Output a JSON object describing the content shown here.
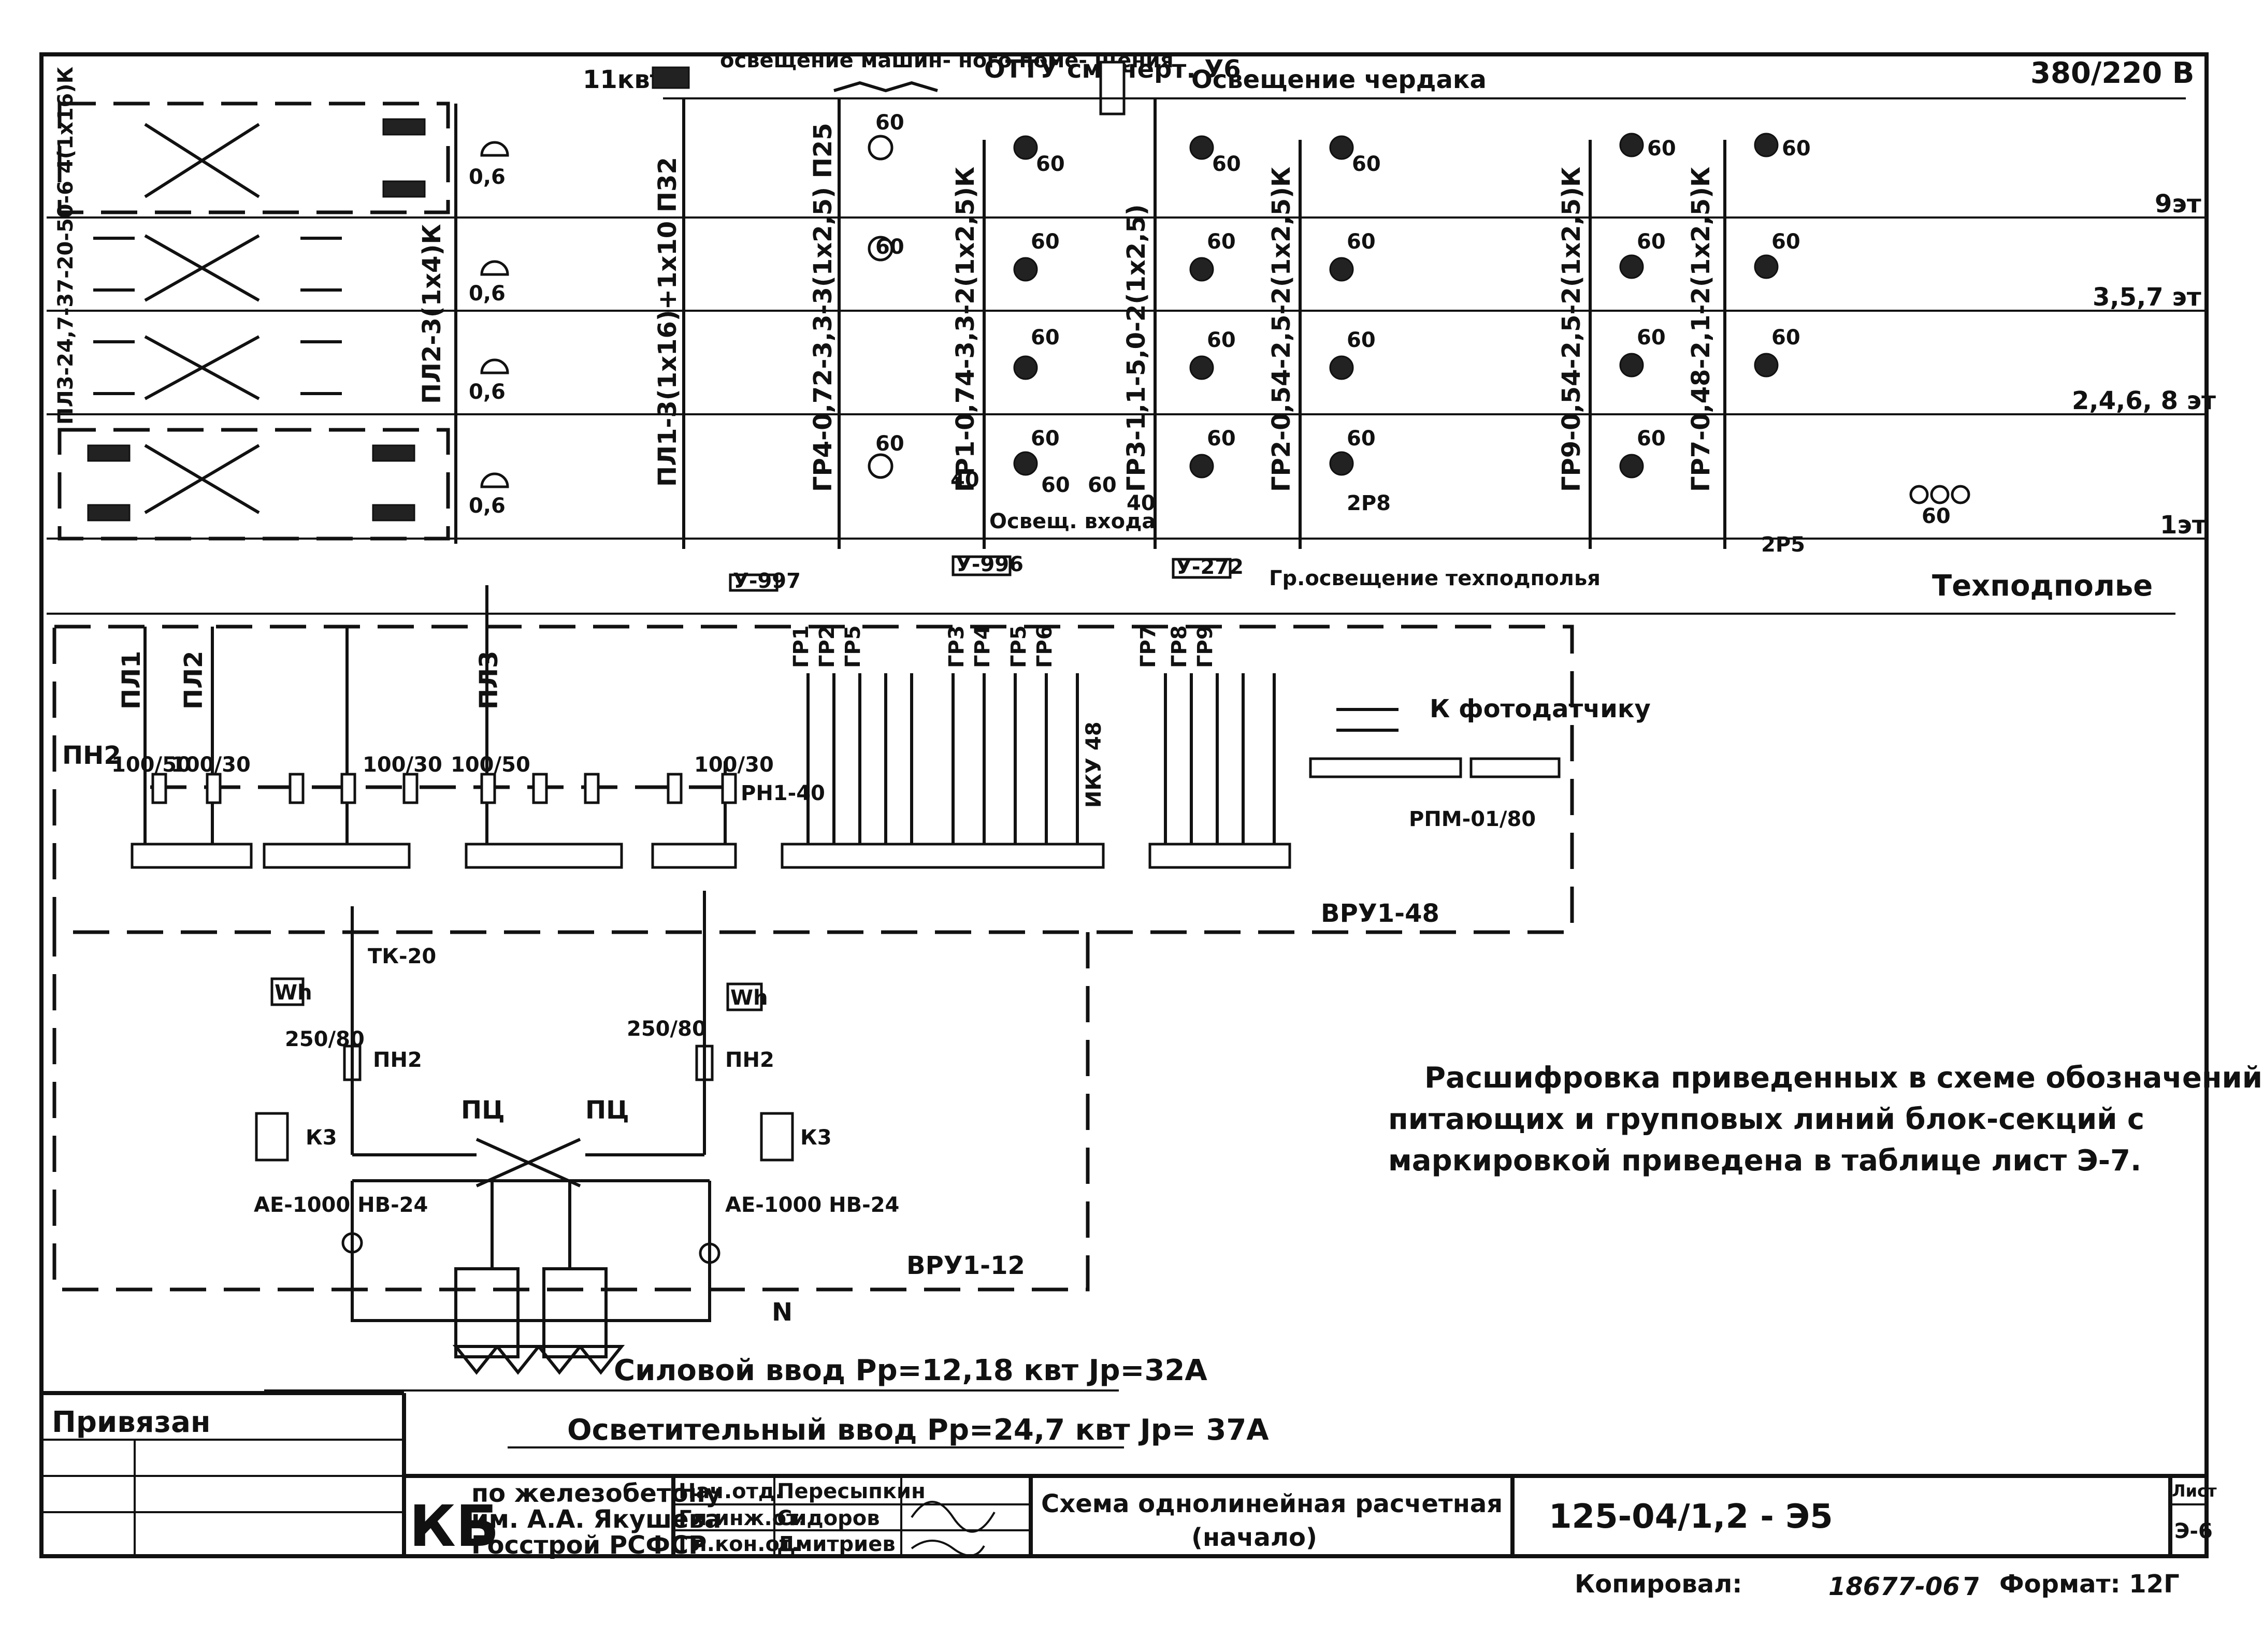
{
  "header": {
    "voltage": "380/220 В",
    "power_top": "11квт",
    "machine_room_light": "освещение машин- ного поме- щения",
    "ottu": "ОТТУ см. черт. У6",
    "attic_light": "Освещение чердака"
  },
  "floors": {
    "f9": "9эт",
    "f357": "3,5,7 эт",
    "f2468": "2,4,6, 8 эт",
    "f1": "1эт",
    "subfloor": "Техподполье",
    "subfloor_light": "Гр.освещение техподполья"
  },
  "lamp_labels": {
    "w60": "60",
    "w40": "40",
    "w06": "0,6"
  },
  "risers": {
    "pl1_text": "ПЛ1-3(1x16)+1x10 П32",
    "pl2_text": "ПЛ2-3(1x4)К",
    "pl3_text": "ПЛ3-24,7-37-20-50-6 4(1x16)К",
    "gr4": "ГР4-0,72-3,3-3(1x2,5) П25",
    "gr1": "ГР1-0,74-3,3-2(1x2,5)К",
    "gr3": "ГР3-1,1-5,0-2(1x2,5)",
    "gr2": "ГР2-0,54-2,5-2(1x2,5)К",
    "gr9": "ГР9-0,54-2,5-2(1x2,5)К",
    "gr7": "ГР7-0,48-2,1-2(1x2,5)К",
    "gr_small_1": "40",
    "osv_vhoda": "Освещ. входа",
    "gr8": "2Р8",
    "gr5": "2Р5"
  },
  "boxes": {
    "y997": "У-997",
    "y996": "У-996",
    "y272": "У-272"
  },
  "panel": {
    "pn2": "ПН2",
    "pl1": "ПЛ1",
    "pl2": "ПЛ2",
    "pl3": "ПЛ3",
    "f100_50": "100/50",
    "f100_30": "100/30",
    "rn140": "РН1-40",
    "iku48": "ИКУ 48",
    "to_photosensor": "К фотодатчику",
    "rpm": "РПМ-01/80",
    "vru48": "ВРУ1-48",
    "gr_labels": [
      "ГР1",
      "ГР2",
      "ГР5",
      "ГР3",
      "ГР4",
      "ГР5",
      "ГР6",
      "ГР7",
      "ГР8",
      "ГР9"
    ]
  },
  "input_panel": {
    "tk20": "ТК-20",
    "wh": "Wh",
    "f250_80": "250/80",
    "pn2": "ПН2",
    "pc": "ПЦ",
    "k3": "К3",
    "ae_left": "АЕ-1000 НВ-24",
    "ae_right": "АЕ-1000 НВ-24",
    "vru12": "ВРУ1-12",
    "n": "N"
  },
  "inputs": {
    "power_input": "Силовой ввод Рр=12,18 квт Jр=32А",
    "light_input": "Осветительный ввод Рр=24,7 квт Jр= 37А"
  },
  "note": {
    "line1": "Расшифровка приведенных в схеме обозначений",
    "line2": "питающих и групповых линий блок-секций с",
    "line3": "маркировкой приведена в таблице лист Э-7."
  },
  "title_block": {
    "privyazan": "Привязан",
    "kb": "КБ",
    "org_line1": "по железобетону",
    "org_line2": "им. А.А. Якушева",
    "org_line3": "Госстрой РСФСР",
    "roles": [
      "Нач.отд.",
      "Гл.инж.от.",
      "Гл.кон.от."
    ],
    "names": [
      "Пересыпкин",
      "Сидоров",
      "Дмитриев"
    ],
    "title_line1": "Схема однолинейная расчетная",
    "title_line2": "(начало)",
    "doc_code": "125-04/1,2 - Э5",
    "sheet_label": "Лист",
    "sheet_no": "Э-6"
  },
  "footer": {
    "copied": "Копировал:",
    "number": "18677-06",
    "seven": "7",
    "format": "Формат: 12Г"
  }
}
